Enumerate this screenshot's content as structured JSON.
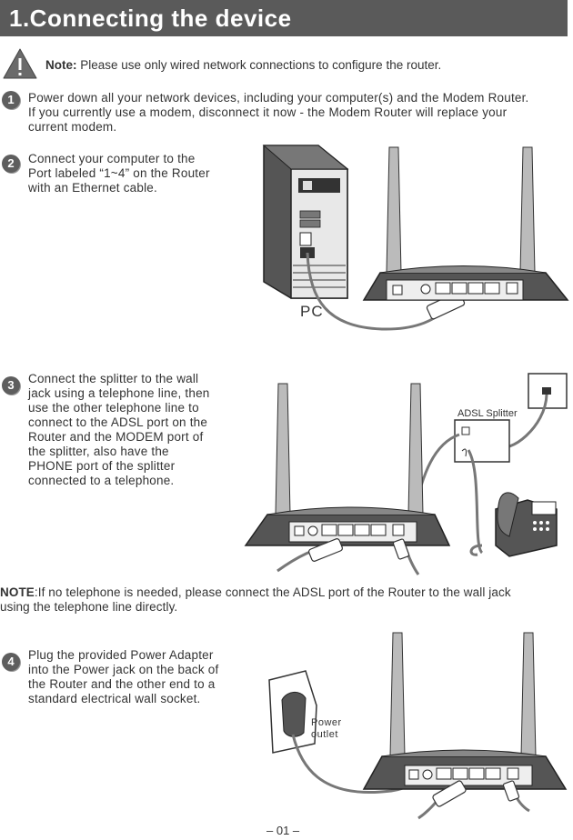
{
  "header": {
    "title": "1.Connecting the device"
  },
  "note": {
    "label": "Note:",
    "text": " Please use only wired network connections  to configure the router."
  },
  "steps": [
    {
      "num": "1",
      "lines": [
        "Power down all your network devices, including your computer(s) and the Modem Router.",
        "If you currently use a modem, disconnect it now - the Modem Router will replace your",
        "current modem."
      ]
    },
    {
      "num": "2",
      "lines": [
        "Connect your computer to the",
        "Port labeled “1~4” on the Router",
        "with an Ethernet cable."
      ]
    },
    {
      "num": "3",
      "lines": [
        "Connect the splitter to the wall",
        "jack using a telephone line, then",
        "use the other telephone line to",
        "connect to the ADSL port on the",
        "Router and the MODEM port of",
        "the splitter, also have the",
        "PHONE port of the splitter",
        "connected to a telephone."
      ]
    },
    {
      "num": "4",
      "lines": [
        "Plug the provided Power Adapter",
        "into the Power jack on the back of",
        "the Router and the other end to a",
        "standard electrical wall socket."
      ]
    }
  ],
  "diagram_labels": {
    "pc": "PC",
    "splitter": "ADSL Splitter",
    "power_outlet_1": "Power",
    "power_outlet_2": "outlet"
  },
  "bottom_note": {
    "label": "NOTE",
    "line1": ":If no telephone is needed, please connect the ADSL port of the Router to the wall jack",
    "line2": "using the telephone line directly."
  },
  "page_number": "– 01 –"
}
